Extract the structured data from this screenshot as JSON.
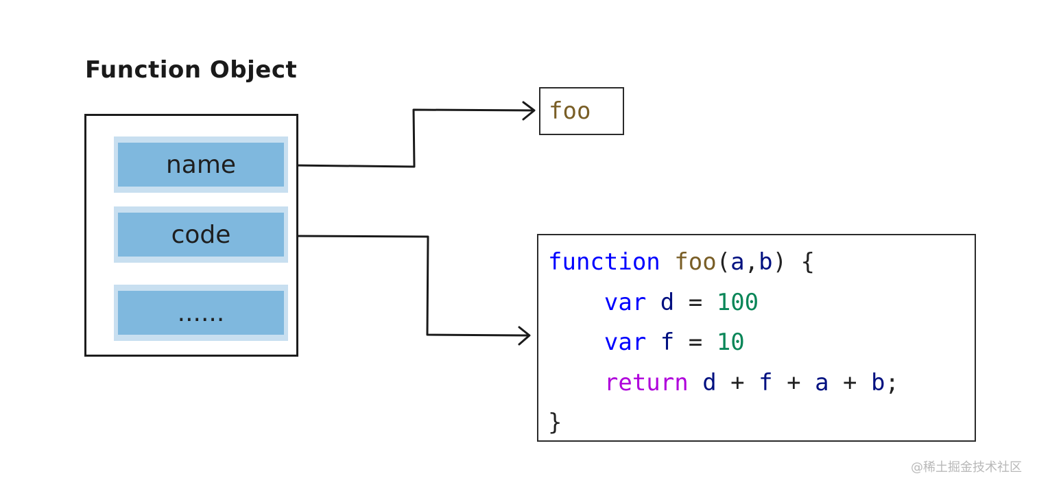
{
  "title": "Function Object",
  "object": {
    "properties": [
      "name",
      "code",
      "......"
    ]
  },
  "name_value": "foo",
  "code": {
    "line1": {
      "keyword": "function",
      "fn_name": "foo",
      "open": "(",
      "param_a": "a",
      "comma": ",",
      "param_b": "b",
      "close": ") {"
    },
    "line2": {
      "keyword": "var",
      "ident": "d",
      "op": "=",
      "num": "100"
    },
    "line3": {
      "keyword": "var",
      "ident": "f",
      "op": "=",
      "num": "10"
    },
    "line4": {
      "keyword": "return",
      "a1": "d",
      "p1": "+",
      "a2": "f",
      "p2": "+",
      "a3": "a",
      "p3": "+",
      "a4": "b",
      "end": ";"
    },
    "line5": {
      "brace": "}"
    }
  },
  "watermark": "@稀土掘金技术社区",
  "colors": {
    "property_fill": "#7fb8de",
    "property_halo": "#c8dff0",
    "keyword": "#0000ff",
    "function_name": "#795e26",
    "identifier": "#001080",
    "number": "#098658",
    "control_keyword": "#af00db"
  }
}
